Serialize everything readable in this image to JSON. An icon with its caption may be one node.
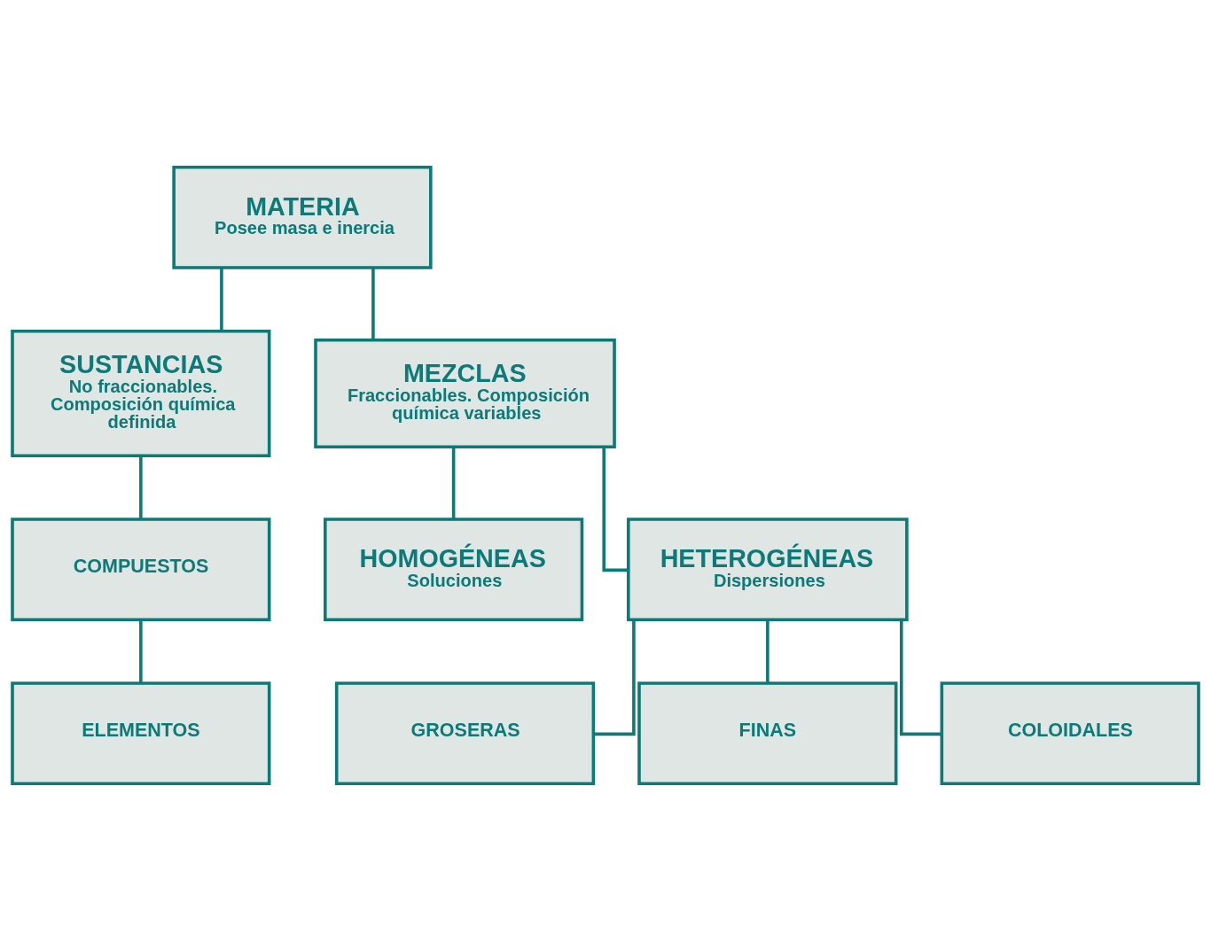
{
  "diagram": {
    "nodes": [
      {
        "text": [
          "MATERIA",
          "Posee masa e inercia"
        ]
      },
      {
        "text": [
          "SUSTANCIAS",
          "No fraccionables. Composición química definida"
        ]
      },
      {
        "text": [
          "MEZCLAS",
          "Fraccionables. Composición química variables"
        ]
      },
      {
        "text": [
          "COMPUESTOS"
        ]
      },
      {
        "text": [
          "ELEMENTOS"
        ]
      },
      {
        "text": [
          "HOMOGÉNEAS",
          "Soluciones"
        ]
      },
      {
        "text": [
          "HETEROGÉNEAS",
          "Dispersiones"
        ]
      },
      {
        "text": [
          "GROSERAS"
        ]
      },
      {
        "text": [
          "FINAS"
        ]
      },
      {
        "text": [
          "COLOIDALES"
        ]
      }
    ],
    "edges": [
      {
        "from": 0,
        "to": 1,
        "arrow": "none"
      },
      {
        "from": 0,
        "to": 2,
        "arrow": "none"
      },
      {
        "from": 1,
        "to": 3,
        "arrow": "none"
      },
      {
        "from": 3,
        "to": 4,
        "arrow": "none"
      },
      {
        "from": 2,
        "to": 5,
        "arrow": "none"
      },
      {
        "from": 2,
        "to": 6,
        "arrow": "none"
      },
      {
        "from": 6,
        "to": 7,
        "arrow": "none"
      },
      {
        "from": 6,
        "to": 8,
        "arrow": "none"
      },
      {
        "from": 6,
        "to": 9,
        "arrow": "none"
      }
    ]
  }
}
